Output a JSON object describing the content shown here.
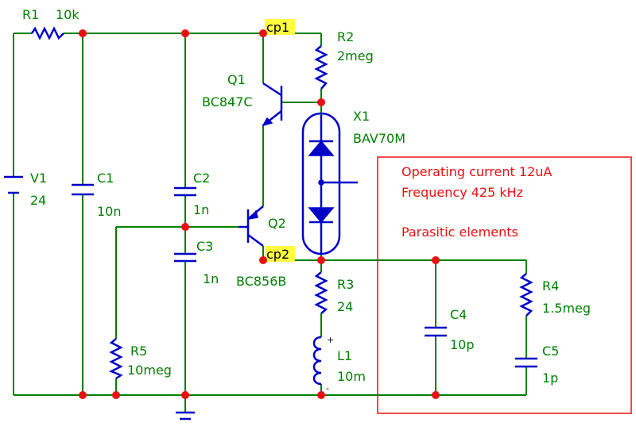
{
  "components": {
    "r1": {
      "ref": "R1",
      "value": "10k"
    },
    "r2": {
      "ref": "R2",
      "value": "2meg"
    },
    "r3": {
      "ref": "R3",
      "value": "24"
    },
    "r4": {
      "ref": "R4",
      "value": "1.5meg"
    },
    "r5": {
      "ref": "R5",
      "value": "10meg"
    },
    "c1": {
      "ref": "C1",
      "value": "10n"
    },
    "c2": {
      "ref": "C2",
      "value": "1n"
    },
    "c3": {
      "ref": "C3",
      "value": "1n"
    },
    "c4": {
      "ref": "C4",
      "value": "10p"
    },
    "c5": {
      "ref": "C5",
      "value": "1p"
    },
    "v1": {
      "ref": "V1",
      "value": "24"
    },
    "q1": {
      "ref": "Q1",
      "value": "BC847C"
    },
    "q2": {
      "ref": "Q2",
      "value": "BC856B"
    },
    "x1": {
      "ref": "X1",
      "value": "BAV70M"
    },
    "l1": {
      "ref": "L1",
      "value": "10m",
      "plus": "+",
      "minus": "-"
    }
  },
  "probes": {
    "cp1": "cp1",
    "cp2": "cp2"
  },
  "annotations": {
    "operating_current": "Operating current 12uA",
    "frequency": "Frequency 425 kHz",
    "parasitic": "Parasitic elements"
  },
  "colors": {
    "wire": "#008000",
    "component": "#0000c8",
    "node": "#e81010",
    "note": "#e81010",
    "probe_highlight": "#ffff40"
  }
}
